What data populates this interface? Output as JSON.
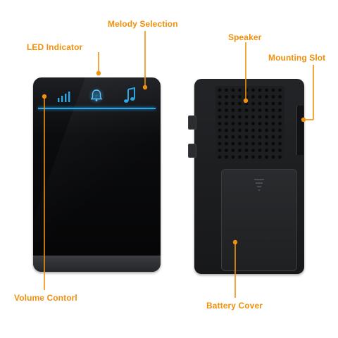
{
  "labels": {
    "melody": "Melody Selection",
    "led": "LED Indicator",
    "speaker": "Speaker",
    "mounting": "Mounting Slot",
    "volume": "Volume Contorl",
    "battery": "Battery Cover"
  },
  "colors": {
    "label": "#f0900c",
    "icon_blue": "#2aa6ea",
    "device": "#0b0c0e"
  },
  "icons": {
    "volume": "volume-bars-icon",
    "led": "bell-icon",
    "melody": "music-note-icon"
  }
}
